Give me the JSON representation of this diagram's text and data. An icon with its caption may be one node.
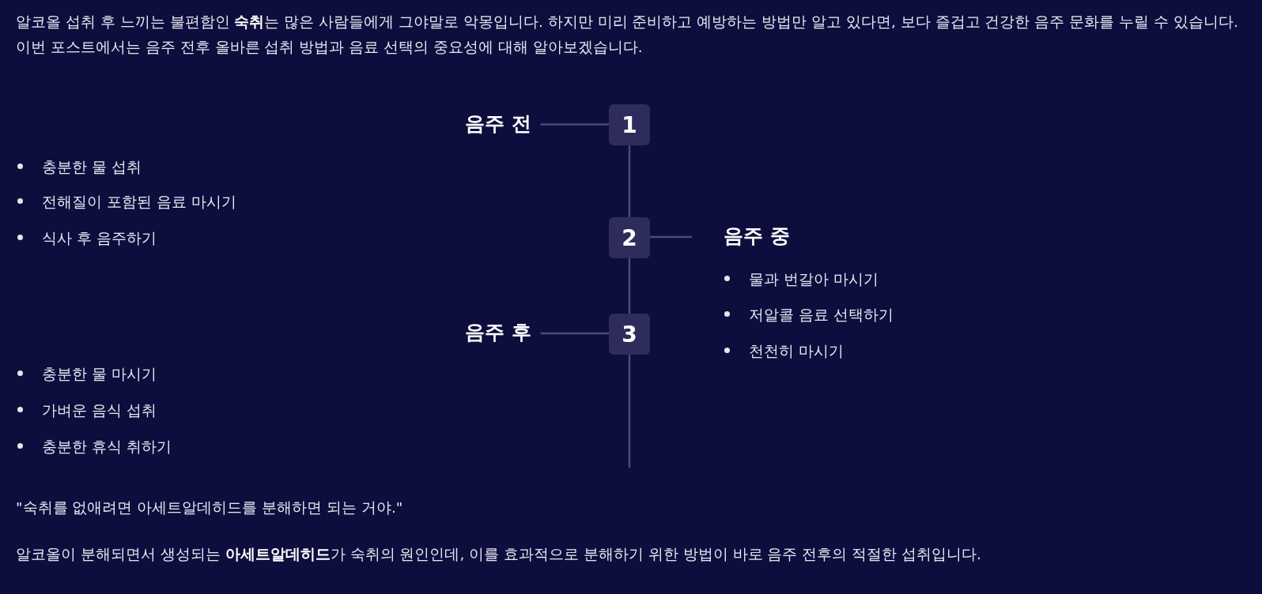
{
  "diagram": {
    "nodes": [
      {
        "text": [
          "음주 전"
        ]
      },
      {
        "text": [
          "1"
        ]
      },
      {
        "text": [
          "2"
        ]
      },
      {
        "text": [
          "음주 중"
        ]
      },
      {
        "text": [
          "음주 후"
        ]
      },
      {
        "text": [
          "3"
        ]
      }
    ],
    "edges": [
      {
        "from": 0,
        "to": 1,
        "arrow": "none"
      },
      {
        "from": 1,
        "to": 2,
        "arrow": "none"
      },
      {
        "from": 2,
        "to": 3,
        "arrow": "none"
      },
      {
        "from": 2,
        "to": 5,
        "arrow": "none"
      },
      {
        "from": 4,
        "to": 5,
        "arrow": "none"
      },
      {
        "from": 5,
        "to": null,
        "arrow": "none"
      }
    ],
    "labels": [
      "알코올 섭취 후 느끼는 불편함인 **숙취**는 많은 사람들에게 그야말로 악몽입니다. 하지만 미리 준비하고 예방하는 방법만 알고 있다면, 보다 즐겁고 건강한 음주 문화를 누릴 수 있습니다. 이번 포스트에서는 음주 전후 올바른 섭취 방법과 음료 선택의 중요성에 대해 알아보겠습니다.",
      "충분한 물 섭취",
      "전해질이 포함된 음료 마시기",
      "식사 후 음주하기",
      "물과 번갈아 마시기",
      "저알콜 음료 선택하기",
      "천천히 마시기",
      "충분한 물 마시기",
      "가벼운 음식 섭취",
      "충분한 휴식 취하기",
      "\"숙취를 없애려면 아세트알데히드를 분해하면 되는 거야.\"",
      "알코올이 분해되면서 생성되는 **아세트알데히드**가 숙취의 원인인데, 이를 효과적으로 분해하기 위한 방법이 바로 음주 전후의 적절한 섭취입니다."
    ]
  }
}
